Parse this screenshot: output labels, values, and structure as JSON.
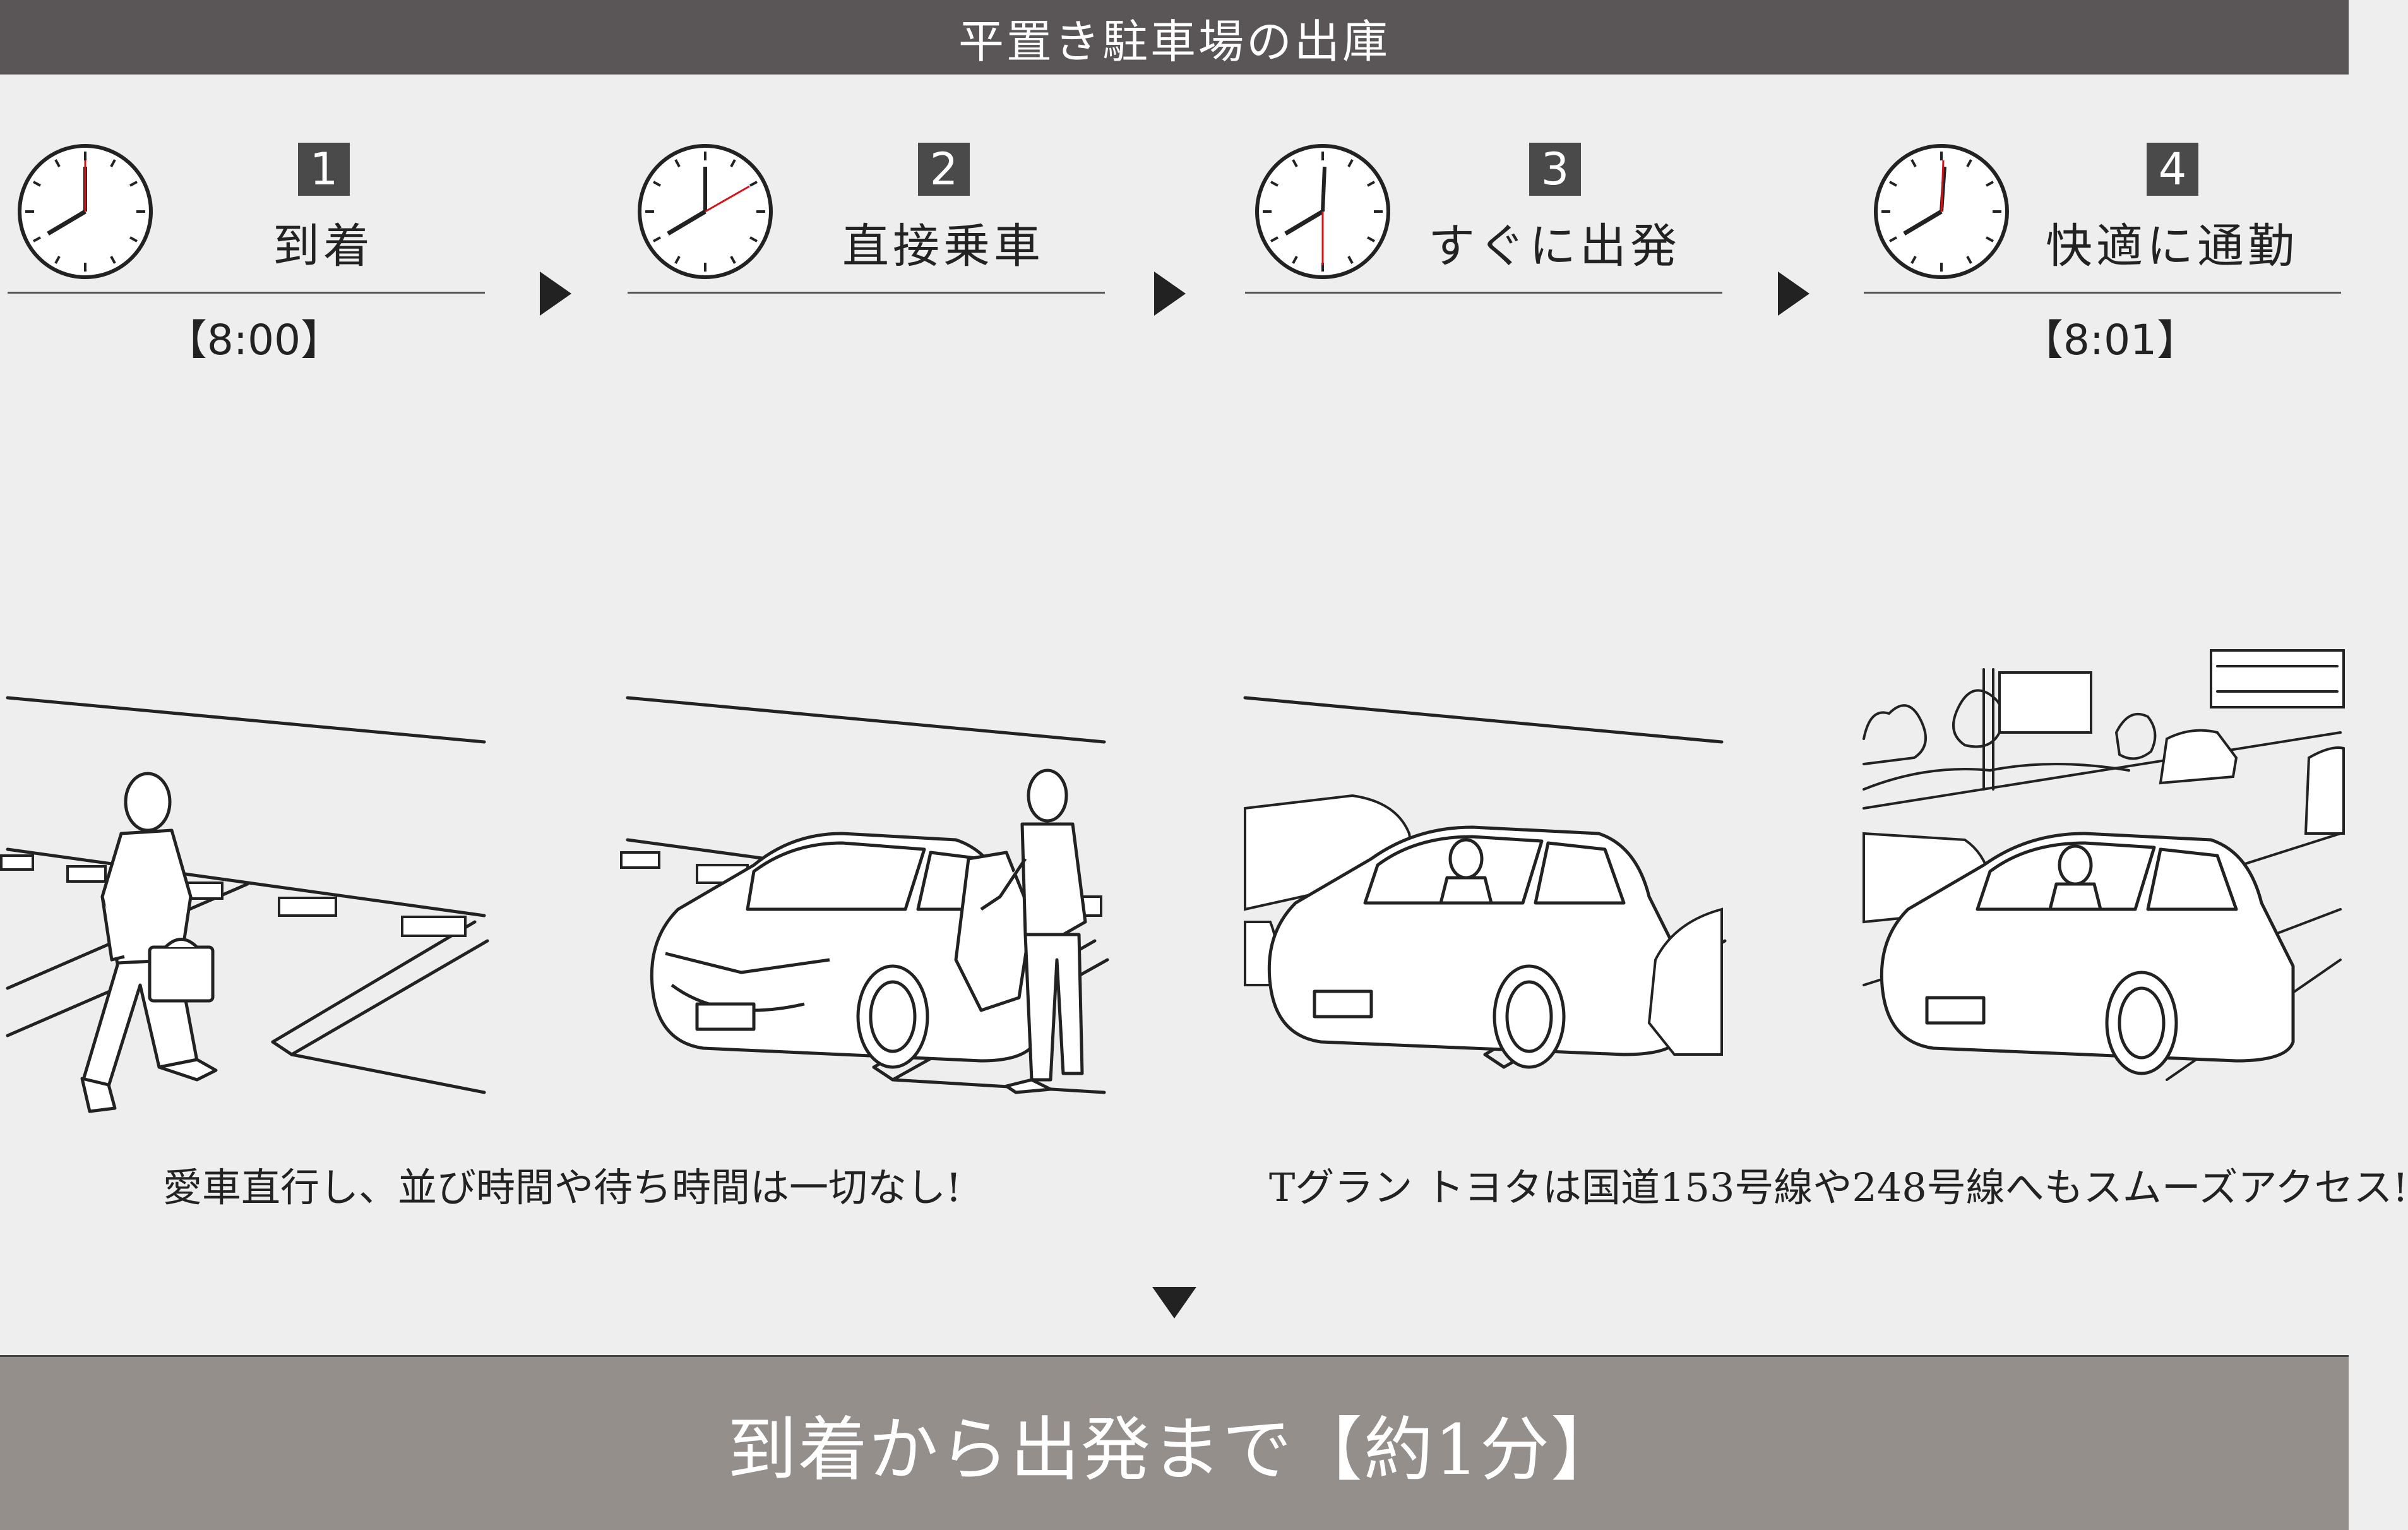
{
  "header": {
    "title": "平置き駐車場の出庫"
  },
  "steps": [
    {
      "number": "1",
      "title": "到着",
      "time": "【8:00】"
    },
    {
      "number": "2",
      "title": "直接乗車",
      "time": ""
    },
    {
      "number": "3",
      "title": "すぐに出発",
      "time": ""
    },
    {
      "number": "4",
      "title": "快適に通勤",
      "time": "【8:01】"
    }
  ],
  "captions": {
    "left": "愛車直行し、並び時間や待ち時間は一切なし!",
    "right": "Tグラン トヨタは国道153号線や248号線へもスムーズアクセス!"
  },
  "footer": {
    "summary": "到着から出発まで【約1分】"
  },
  "colors": {
    "header_bg": "#5a5556",
    "footer_bg": "#958f8c",
    "clock_second_hand": "#d0141b",
    "background": "#eeeeee"
  },
  "icons": [
    "clock-icon",
    "right-triangle-arrow-icon",
    "down-triangle-arrow-icon"
  ]
}
